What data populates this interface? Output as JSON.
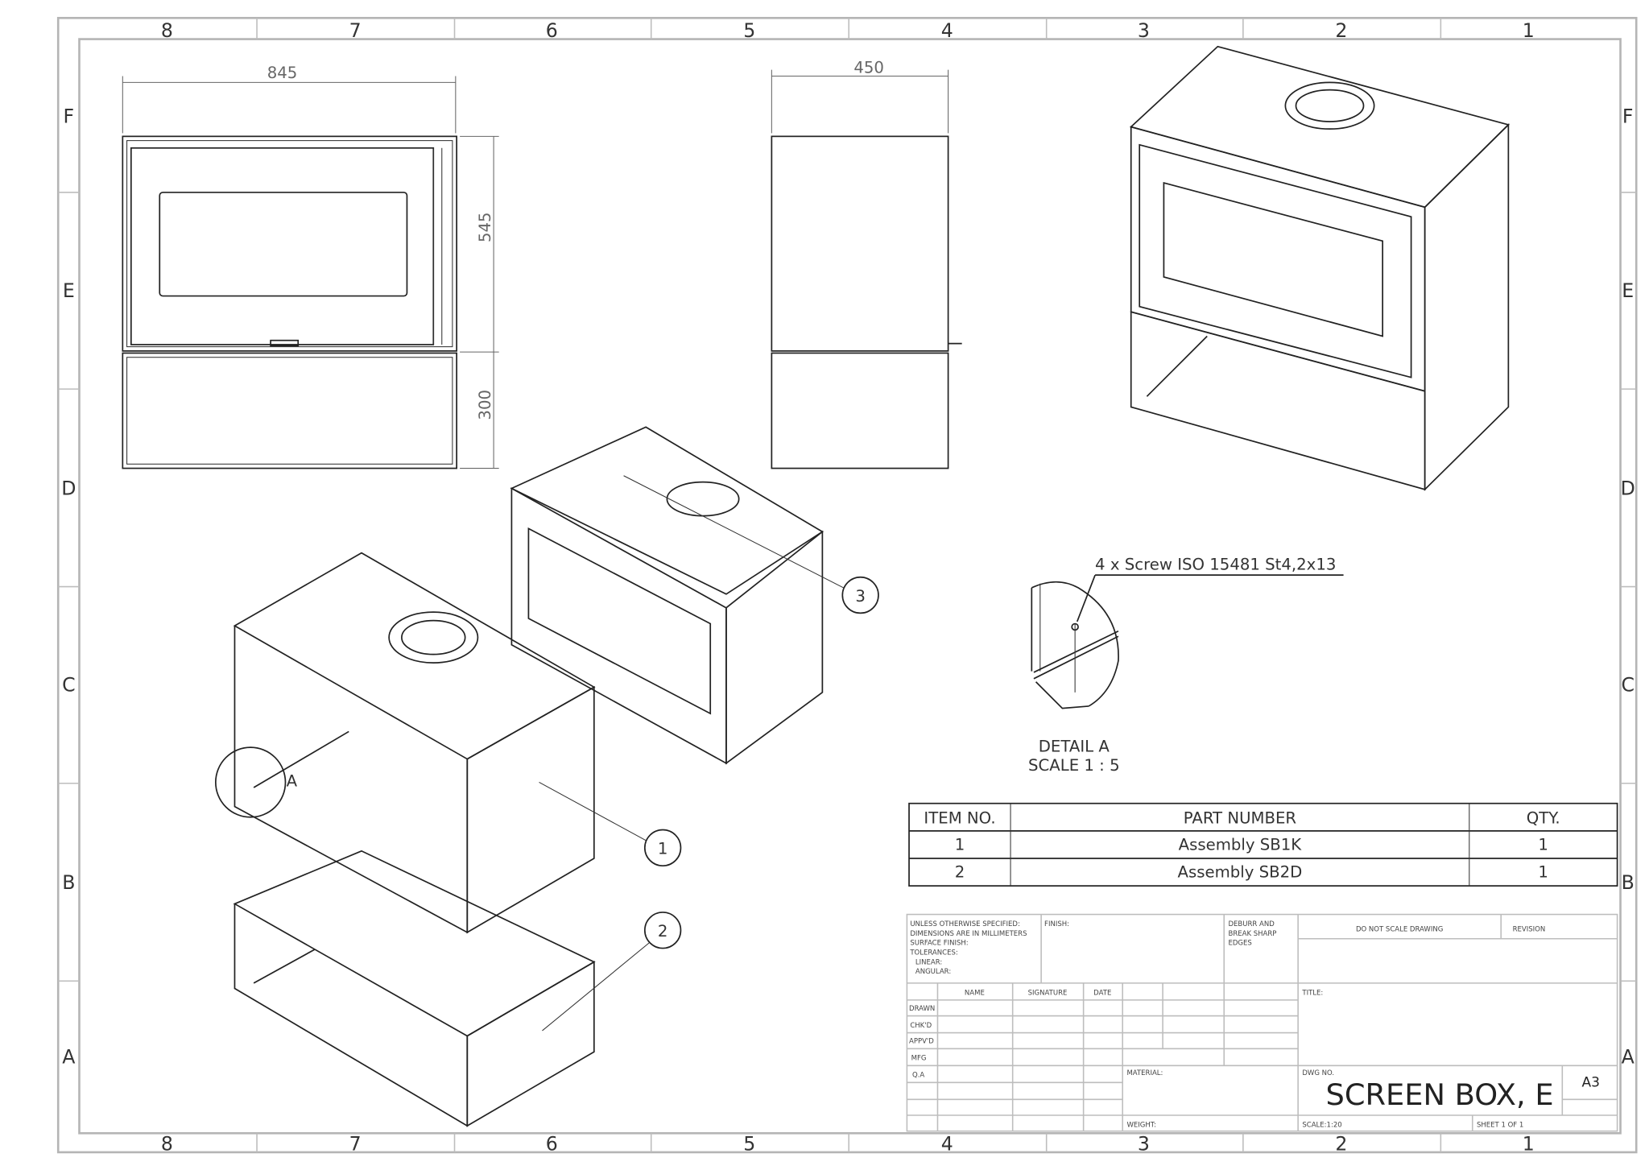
{
  "zones": {
    "columns": [
      "8",
      "7",
      "6",
      "5",
      "4",
      "3",
      "2",
      "1"
    ],
    "rows": [
      "F",
      "E",
      "D",
      "C",
      "B",
      "A"
    ]
  },
  "dimensions": {
    "width": "845",
    "depth": "450",
    "upper_height": "545",
    "base_height": "300"
  },
  "balloons": [
    "1",
    "2",
    "3"
  ],
  "detail": {
    "marker": "A",
    "callout": "4 x Screw ISO 15481 St4,2x13",
    "title": "DETAIL A",
    "scale": "SCALE 1 : 5"
  },
  "bom": {
    "headers": [
      "ITEM NO.",
      "PART NUMBER",
      "QTY."
    ],
    "rows": [
      {
        "item": "1",
        "part": "Assembly SB1K",
        "qty": "1"
      },
      {
        "item": "2",
        "part": "Assembly SB2D",
        "qty": "1"
      }
    ]
  },
  "title_block": {
    "notes": [
      "UNLESS OTHERWISE SPECIFIED:",
      "DIMENSIONS ARE IN MILLIMETERS",
      "SURFACE FINISH:",
      "TOLERANCES:",
      "LINEAR:",
      "ANGULAR:"
    ],
    "finish": "FINISH:",
    "deburr": [
      "DEBURR AND",
      "BREAK SHARP",
      "EDGES"
    ],
    "do_not_scale": "DO NOT SCALE DRAWING",
    "revision": "REVISION",
    "headers": [
      "NAME",
      "SIGNATURE",
      "DATE"
    ],
    "roles": [
      "DRAWN",
      "CHK'D",
      "APPV'D",
      "MFG",
      "Q.A"
    ],
    "title_label": "TITLE:",
    "material": "MATERIAL:",
    "weight": "WEIGHT:",
    "dwg_no_label": "DWG NO.",
    "dwg_no": "SCREEN BOX, E",
    "size": "A3",
    "scale": "SCALE:1:20",
    "sheet": "SHEET 1 OF 1"
  }
}
